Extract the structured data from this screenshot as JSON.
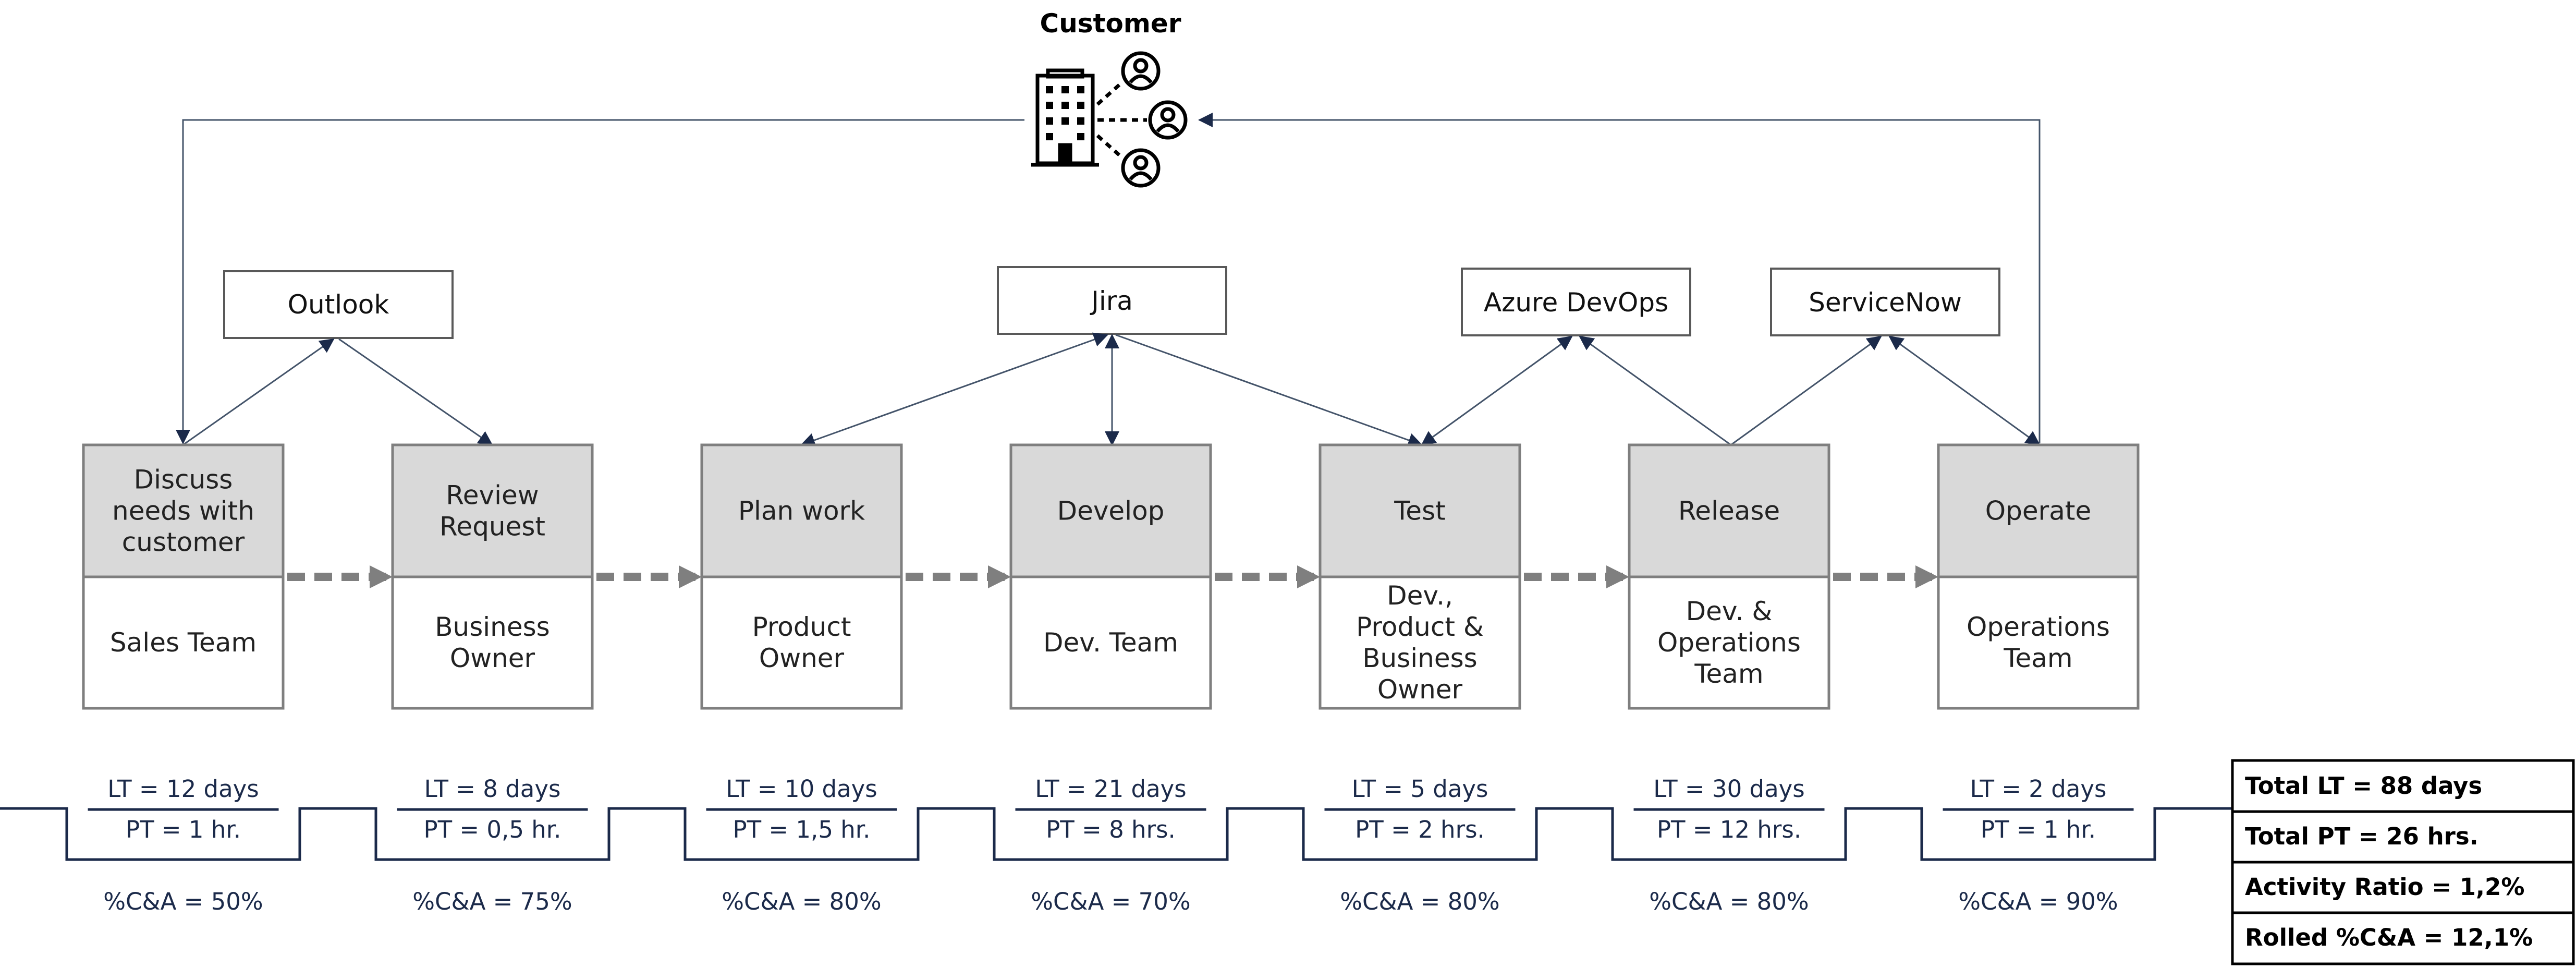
{
  "customer": {
    "label": "Customer"
  },
  "tools": [
    {
      "id": "outlook",
      "label": "Outlook"
    },
    {
      "id": "jira",
      "label": "Jira"
    },
    {
      "id": "azure-devops",
      "label": "Azure DevOps"
    },
    {
      "id": "servicenow",
      "label": "ServiceNow"
    }
  ],
  "processes": [
    {
      "id": "discuss",
      "title": [
        "Discuss",
        "needs with",
        "customer"
      ],
      "owner": [
        "Sales Team"
      ],
      "lt": "LT = 12 days",
      "pt": "PT = 1 hr.",
      "ca": "%C&A = 50%"
    },
    {
      "id": "review",
      "title": [
        "Review",
        "Request"
      ],
      "owner": [
        "Business",
        "Owner"
      ],
      "lt": "LT = 8 days",
      "pt": "PT = 0,5 hr.",
      "ca": "%C&A = 75%"
    },
    {
      "id": "plan",
      "title": [
        "Plan work"
      ],
      "owner": [
        "Product",
        "Owner"
      ],
      "lt": "LT = 10 days",
      "pt": "PT = 1,5 hr.",
      "ca": "%C&A = 80%"
    },
    {
      "id": "develop",
      "title": [
        "Develop"
      ],
      "owner": [
        "Dev. Team"
      ],
      "lt": "LT = 21 days",
      "pt": "PT = 8 hrs.",
      "ca": "%C&A = 70%"
    },
    {
      "id": "test",
      "title": [
        "Test"
      ],
      "owner": [
        "Dev.,",
        "Product &",
        "Business",
        "Owner"
      ],
      "lt": "LT = 5 days",
      "pt": "PT = 2 hrs.",
      "ca": "%C&A = 80%"
    },
    {
      "id": "release",
      "title": [
        "Release"
      ],
      "owner": [
        "Dev. &",
        "Operations",
        "Team"
      ],
      "lt": "LT = 30 days",
      "pt": "PT = 12 hrs.",
      "ca": "%C&A = 80%"
    },
    {
      "id": "operate",
      "title": [
        "Operate"
      ],
      "owner": [
        "Operations",
        "Team"
      ],
      "lt": "LT = 2 days",
      "pt": "PT = 1 hr.",
      "ca": "%C&A = 90%"
    }
  ],
  "summary": [
    "Total LT = 88 days",
    "Total PT = 26 hrs.",
    "Activity Ratio = 1,2%",
    "Rolled %C&A = 12,1%"
  ],
  "colors": {
    "process_fill": "#d9d9d9",
    "box_border": "#7f7f7f",
    "connector": "#44546a",
    "flow_arrow": "#7f7f7f",
    "timeline": "#1b2a4a"
  }
}
